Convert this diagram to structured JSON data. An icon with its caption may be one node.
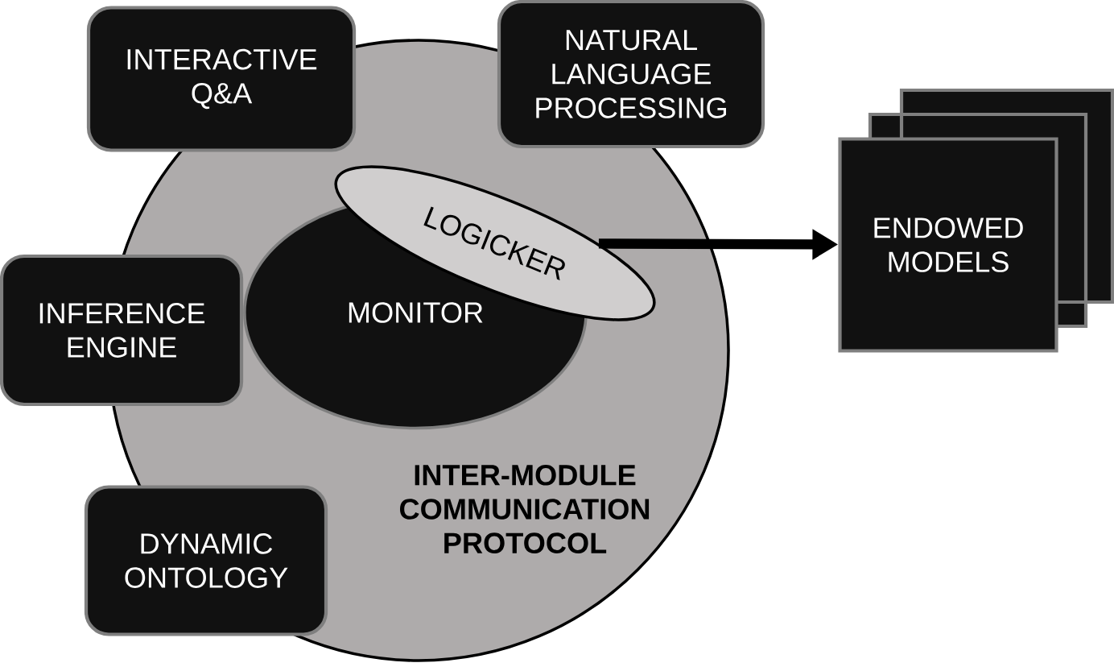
{
  "diagram": {
    "nodes": [
      {
        "text": [
          "INTER-MODULE COMMUNICATION PROTOCOL"
        ]
      },
      {
        "text": [
          "INTERACTIVE Q&A"
        ]
      },
      {
        "text": [
          "NATURAL LANGUAGE PROCESSING"
        ]
      },
      {
        "text": [
          "INFERENCE ENGINE"
        ]
      },
      {
        "text": [
          "DYNAMIC ONTOLOGY"
        ]
      },
      {
        "text": [
          "MONITOR"
        ],
        "in": 0
      },
      {
        "text": [
          "LOGICKER"
        ],
        "in": 0
      },
      {
        "text": [
          "ENDOWED MODELS"
        ]
      }
    ],
    "edges": [
      {
        "from": 6,
        "to": 7,
        "arrow": "to"
      }
    ]
  }
}
